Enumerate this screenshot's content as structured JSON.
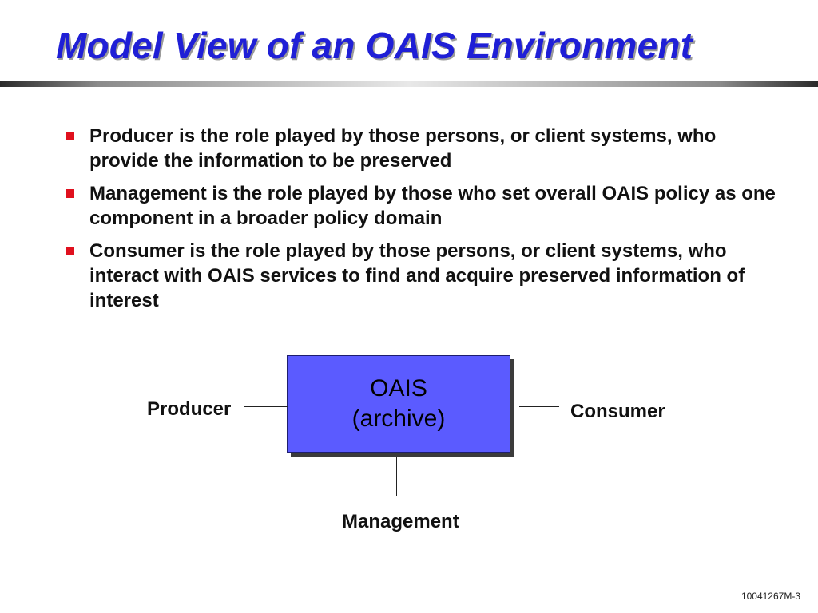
{
  "slide": {
    "title": "Model View of an OAIS Environment",
    "bullets": [
      "Producer is the role played by those persons, or client systems, who provide the information to be preserved",
      "Management is the role played by those who set overall OAIS policy as one component in a broader policy domain",
      "Consumer is the role played by those persons, or client systems, who interact with OAIS services to find and acquire preserved information of interest"
    ],
    "slide_number": "10041267M-3"
  },
  "diagram": {
    "box": {
      "line1": "OAIS",
      "line2": "(archive)",
      "fill_color": "#5b5bff"
    },
    "producer_label": "Producer",
    "consumer_label": "Consumer",
    "management_label": "Management"
  },
  "colors": {
    "title": "#1f1fd6",
    "bullet_marker": "#e0101e"
  }
}
